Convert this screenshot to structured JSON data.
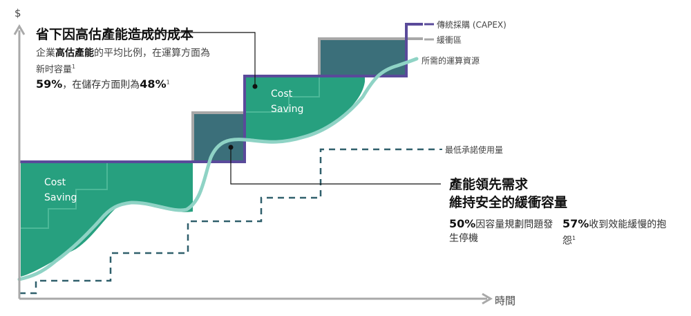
{
  "colors": {
    "saving_green": "#27a07f",
    "buffer_teal": "#3b6f7a",
    "capex_purple": "#5a4a9a",
    "buffer_gray": "#a8a8a8",
    "demand_line": "#8fd3c5",
    "commit_dashed": "#2f5f6b",
    "axis": "#a9a9a9"
  },
  "axes": {
    "y_label": "$",
    "x_label": "時間"
  },
  "headline": {
    "title": "省下因高估產能造成的成本",
    "line1_prefix": "企業",
    "line1_bold": "高估產能",
    "line1_suffix": "的平均比例，在運算方面為",
    "line2": "新时容量",
    "line2_sup": "1",
    "stat_value_1": "59%",
    "stat_text": "，在儲存方面則為",
    "stat_value_2": "48%",
    "stat_sup": "1"
  },
  "legend": {
    "capex": "傳統採購 (CAPEX)",
    "buffer": "緩衝區",
    "required": "所需的運算資源",
    "minimum_commit": "最低承諾使用量"
  },
  "saving_labels": {
    "left_line1": "Cost",
    "left_line2": "Saving",
    "right_line1": "Cost",
    "right_line2": "Saving"
  },
  "callout": {
    "line1": "產能領先需求",
    "line2": "維持安全的緩衝容量",
    "stat1_value": "50%",
    "stat1_line1": "因容量規劃問題發",
    "stat1_line2": "生停機",
    "stat2_value": "57%",
    "stat2_line1": "收到效能緩慢的抱",
    "stat2_line2": "怨",
    "stat2_sup": "1"
  }
}
